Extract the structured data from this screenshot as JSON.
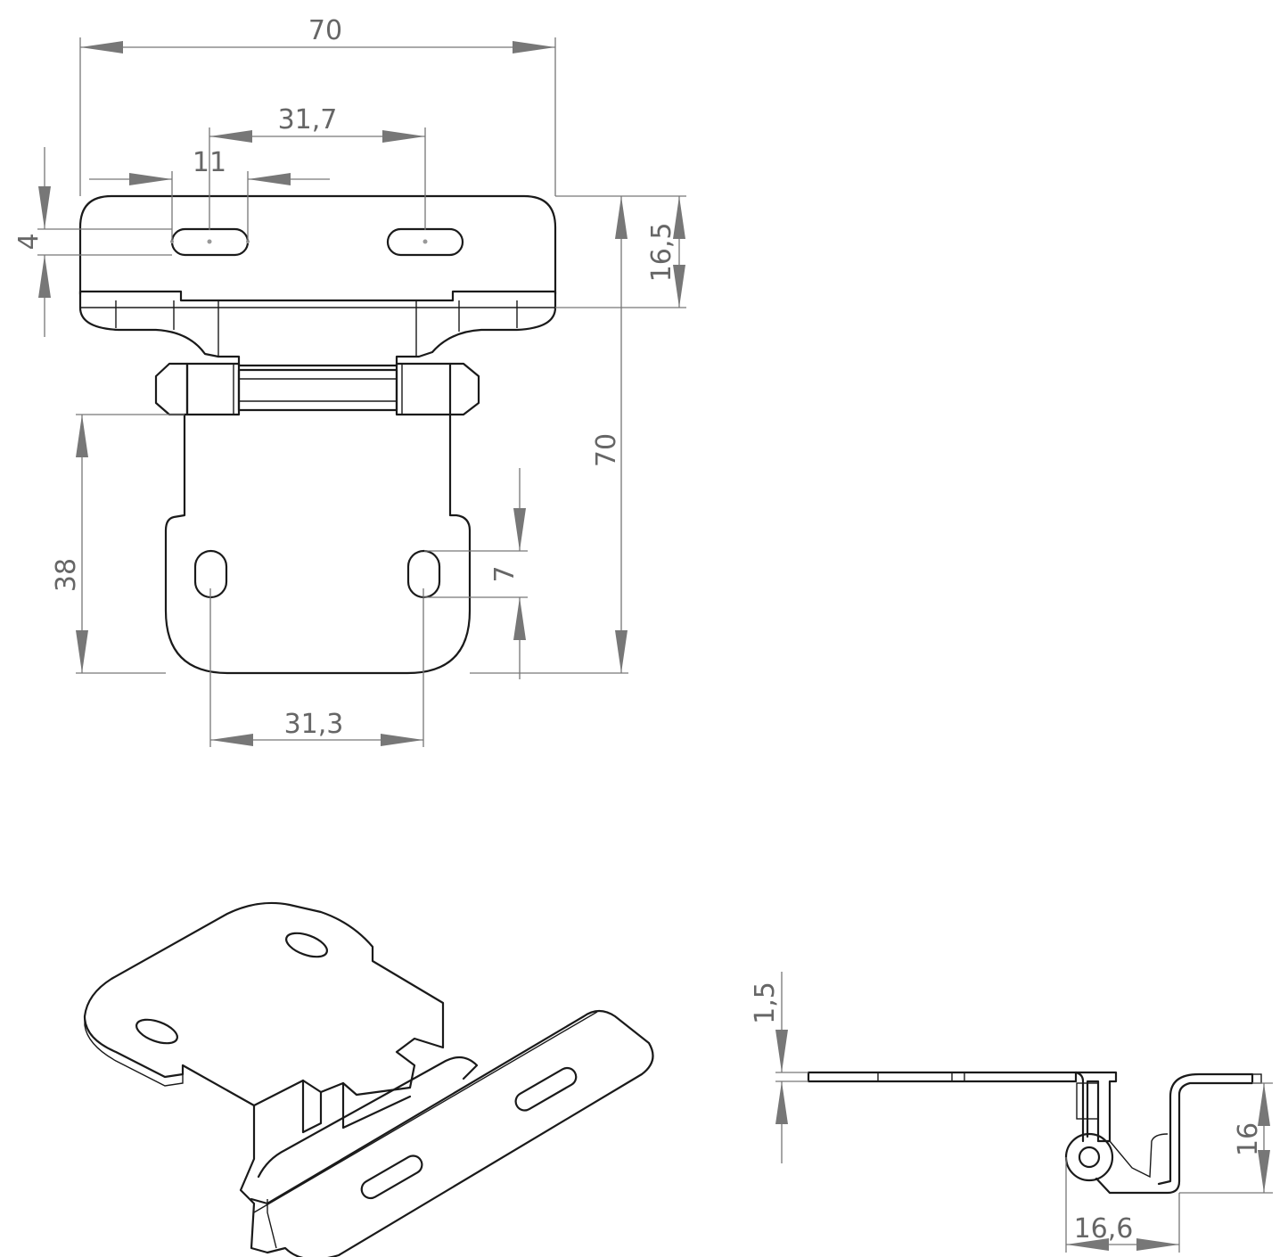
{
  "drawing": {
    "type": "technical drawing of a cabinet hinge",
    "units": "mm",
    "line_color": "#1a1a1a",
    "dimension_color": "#777777",
    "top_view": {
      "dims": {
        "overall_width": "70",
        "slot_spacing_top": "31,7",
        "slot_length": "11",
        "slot_width": "4",
        "top_leaf_depth": "16,5",
        "overall_height": "70",
        "bottom_leaf_height": "38",
        "bottom_slot_length": "7",
        "slot_spacing_bottom": "31,3"
      }
    },
    "side_view": {
      "dims": {
        "thickness": "1,5",
        "offset_height": "16",
        "offset_width": "16,6"
      }
    }
  }
}
